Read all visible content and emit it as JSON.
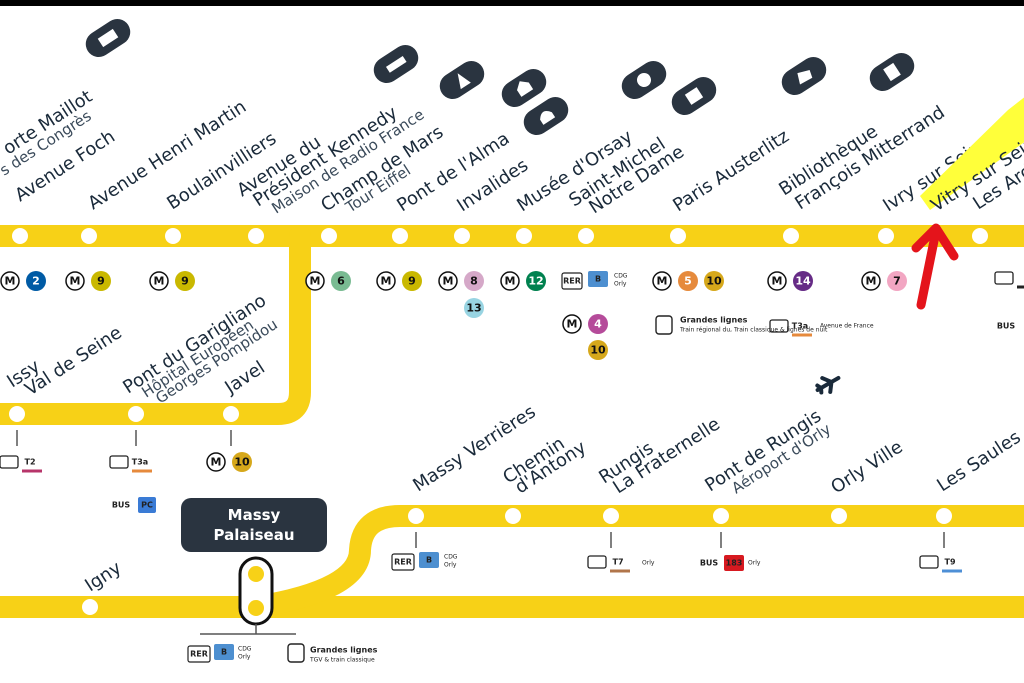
{
  "colors": {
    "line": "#f7d117",
    "dark": "#2a3440",
    "arrow": "#e4141b",
    "highlight": "#ffff3a"
  },
  "stations": [
    {
      "id": "porte-maillot",
      "name": "orte Maillot",
      "sub": "s des Congrès"
    },
    {
      "id": "avenue-foch",
      "name": "Avenue Foch"
    },
    {
      "id": "avenue-henri-martin",
      "name": "Avenue Henri Martin"
    },
    {
      "id": "boulainvilliers",
      "name": "Boulainvilliers"
    },
    {
      "id": "avenue-du-president-kennedy",
      "name": "Avenue du",
      "name2": "Président Kennedy",
      "sub": "Maison de Radio France"
    },
    {
      "id": "champ-de-mars",
      "name": "Champ de Mars",
      "sub": "Tour Eiffel"
    },
    {
      "id": "pont-de-l-alma",
      "name": "Pont de l'Alma"
    },
    {
      "id": "invalides",
      "name": "Invalides"
    },
    {
      "id": "musee-d-orsay",
      "name": "Musée d'Orsay"
    },
    {
      "id": "saint-michel",
      "name": "Saint-Michel",
      "name2": "Notre Dame"
    },
    {
      "id": "paris-austerlitz",
      "name": "Paris Austerlitz"
    },
    {
      "id": "bibliotheque",
      "name": "Bibliothèque",
      "name2": "François Mitterrand"
    },
    {
      "id": "ivry-sur-seine",
      "name": "Ivry sur Seine"
    },
    {
      "id": "vitry-sur-seine",
      "name": "Vitry sur Seine"
    },
    {
      "id": "les-ardoines",
      "name": "Les Ard"
    },
    {
      "id": "issy-val-de-seine",
      "name": "Issy",
      "name2": "Val de Seine"
    },
    {
      "id": "pont-du-garigliano",
      "name": "Pont du Garigliano",
      "sub": "Hôpital Européen",
      "sub2": "Georges Pompidou"
    },
    {
      "id": "javel",
      "name": "Javel"
    },
    {
      "id": "massy-verrieres",
      "name": "Massy Verrières"
    },
    {
      "id": "chemin-d-antony",
      "name": "Chemin",
      "name2": "d'Antony"
    },
    {
      "id": "rungis",
      "name": "Rungis",
      "name2": "La Fraternelle"
    },
    {
      "id": "pont-de-rungis",
      "name": "Pont de Rungis",
      "sub": "Aéroport d'Orly"
    },
    {
      "id": "orly-ville",
      "name": "Orly Ville"
    },
    {
      "id": "les-saules",
      "name": "Les Saules"
    },
    {
      "id": "igny",
      "name": "Igny"
    }
  ],
  "massy": {
    "line1": "Massy",
    "line2": "Palaiseau"
  },
  "badges": {
    "m": "M",
    "rer": "RER",
    "b": "B",
    "bus": "BUS",
    "pc": "PC",
    "t2": "T2",
    "t3a": "T3a",
    "t7": "T7",
    "t9": "T9",
    "bus183": "183",
    "l2": "2",
    "l4": "4",
    "l5": "5",
    "l6": "6",
    "l7": "7",
    "l8": "8",
    "l9": "9",
    "l10": "10",
    "l12": "12",
    "l13": "13",
    "l14": "14",
    "cdg": "CDG",
    "orly": "Orly",
    "grandes_lignes": "Grandes lignes",
    "gl_sub_austerlitz": "Train régional du, Train classique & lignes de nuit",
    "gl_sub_massy": "TGV & train classique",
    "avenue_de_france": "Avenue de France"
  }
}
